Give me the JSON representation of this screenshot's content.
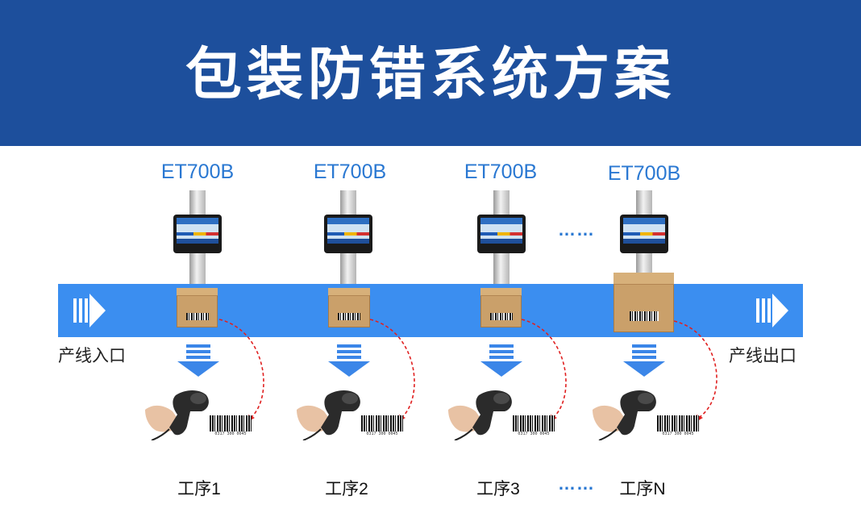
{
  "header": {
    "title": "包装防错系统方案"
  },
  "stations": [
    {
      "model": "ET700B",
      "step": "工序1"
    },
    {
      "model": "ET700B",
      "step": "工序2"
    },
    {
      "model": "ET700B",
      "step": "工序3"
    },
    {
      "model": "ET700B",
      "step": "工序N"
    }
  ],
  "ellipsis": "……",
  "line": {
    "entry": "产线入口",
    "exit": "产线出口"
  },
  "colors": {
    "header": "#1d4f9c",
    "accent": "#3b8ef0",
    "text_blue": "#2a78d2",
    "dash_red": "#e02020"
  }
}
